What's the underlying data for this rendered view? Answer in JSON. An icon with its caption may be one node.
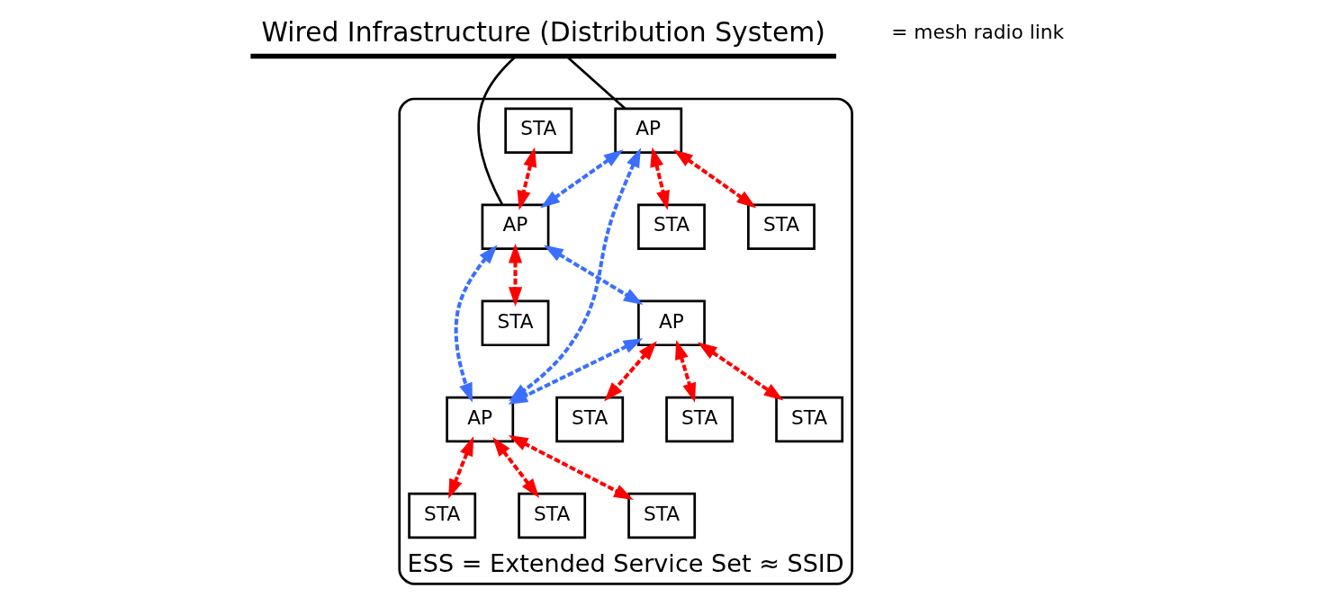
{
  "diagram": {
    "nodes": [
      {
        "text": [
          "Wired Infrastructure (Distribution System)"
        ]
      },
      {
        "text": [
          "ESS = Extended Service Set ≈ SSID"
        ]
      },
      {
        "text": [
          "STA"
        ],
        "in": 1
      },
      {
        "text": [
          "AP"
        ],
        "in": 1
      },
      {
        "text": [
          "AP"
        ],
        "in": 1
      },
      {
        "text": [
          "AP"
        ],
        "in": 1
      },
      {
        "text": [
          "STA"
        ],
        "in": 1
      },
      {
        "text": [
          "AP"
        ],
        "in": 1
      },
      {
        "text": [
          "STA"
        ],
        "in": 1
      },
      {
        "text": [
          "STA"
        ],
        "in": 1
      },
      {
        "text": [
          "STA"
        ],
        "in": 1
      },
      {
        "text": [
          "STA"
        ],
        "in": 1
      },
      {
        "text": [
          "STA"
        ],
        "in": 1
      },
      {
        "text": [
          "STA"
        ],
        "in": 1
      },
      {
        "text": [
          "STA"
        ],
        "in": 1
      },
      {
        "text": [
          "STA"
        ],
        "in": 1
      }
    ],
    "edges": [
      {
        "from": 0,
        "to": 4,
        "arrow": "none",
        "color": "#000000"
      },
      {
        "from": 0,
        "to": 3,
        "arrow": "none",
        "color": "#000000"
      },
      {
        "from": 4,
        "to": 3,
        "arrow": "both",
        "style": "dashed",
        "color": "#3a6fff"
      },
      {
        "from": 4,
        "to": 7,
        "arrow": "both",
        "style": "dashed",
        "color": "#3a6fff"
      },
      {
        "from": 3,
        "to": 7,
        "arrow": "both",
        "style": "dashed",
        "color": "#3a6fff"
      },
      {
        "from": 3,
        "to": 5,
        "arrow": "both",
        "style": "dashed",
        "color": "#3a6fff"
      },
      {
        "from": 5,
        "to": 7,
        "arrow": "both",
        "style": "dashed",
        "color": "#3a6fff"
      },
      {
        "from": 2,
        "to": 3,
        "arrow": "both",
        "style": "dashed",
        "color": "#ff0000"
      },
      {
        "from": 4,
        "to": 8,
        "arrow": "both",
        "style": "dashed",
        "color": "#ff0000"
      },
      {
        "from": 4,
        "to": 6,
        "arrow": "both",
        "style": "dashed",
        "color": "#ff0000"
      },
      {
        "from": 3,
        "to": 9,
        "arrow": "both",
        "style": "dashed",
        "color": "#ff0000"
      },
      {
        "from": 7,
        "to": 13,
        "arrow": "both",
        "style": "dashed",
        "color": "#ff0000"
      },
      {
        "from": 7,
        "to": 15,
        "arrow": "both",
        "style": "dashed",
        "color": "#ff0000"
      },
      {
        "from": 7,
        "to": 12,
        "arrow": "both",
        "style": "dashed",
        "color": "#ff0000"
      },
      {
        "from": 5,
        "to": 11,
        "arrow": "both",
        "style": "dashed",
        "color": "#ff0000"
      },
      {
        "from": 5,
        "to": 14,
        "arrow": "both",
        "style": "dashed",
        "color": "#ff0000"
      },
      {
        "from": 5,
        "to": 10,
        "arrow": "both",
        "style": "dashed",
        "color": "#ff0000"
      }
    ],
    "legend": [
      {
        "text": "= mesh radio link"
      }
    ]
  }
}
